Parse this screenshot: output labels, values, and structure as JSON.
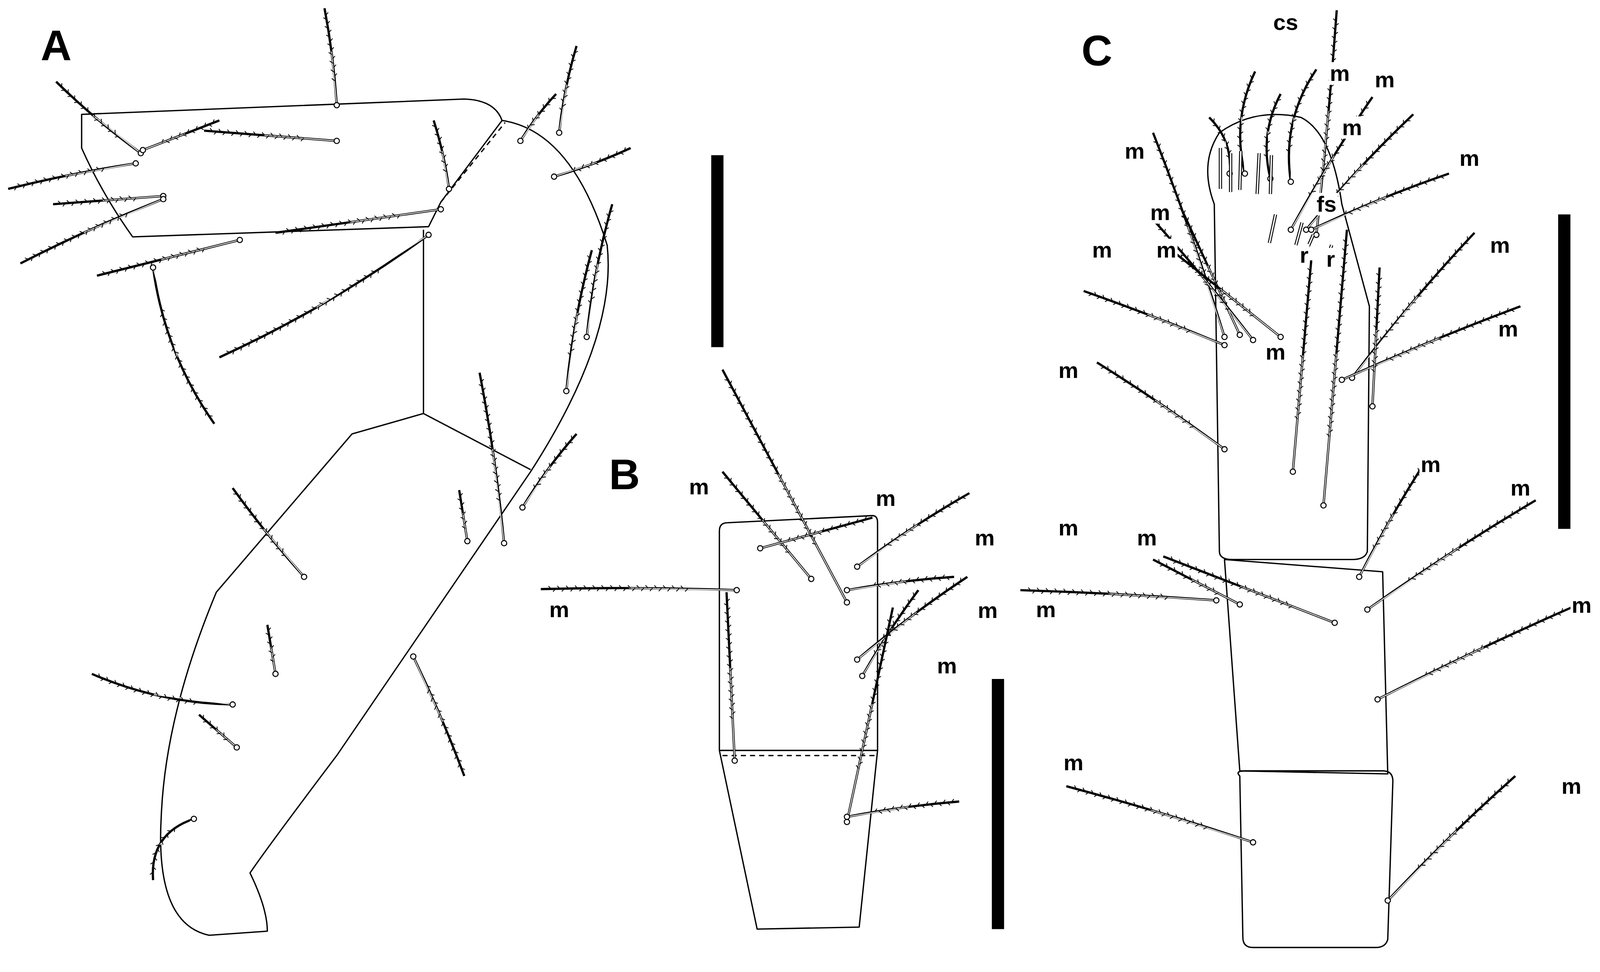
{
  "diagram": {
    "labels": [
      "A",
      "C",
      "cs",
      "m",
      "m",
      "m",
      "m",
      "m",
      "m",
      "fs",
      "m",
      "m",
      "m",
      "r",
      "r",
      "m",
      "m",
      "m",
      "m",
      "B",
      "m",
      "m",
      "m",
      "m",
      "m",
      "m",
      "m",
      "m",
      "m",
      "m",
      "m",
      "m",
      "m"
    ]
  }
}
